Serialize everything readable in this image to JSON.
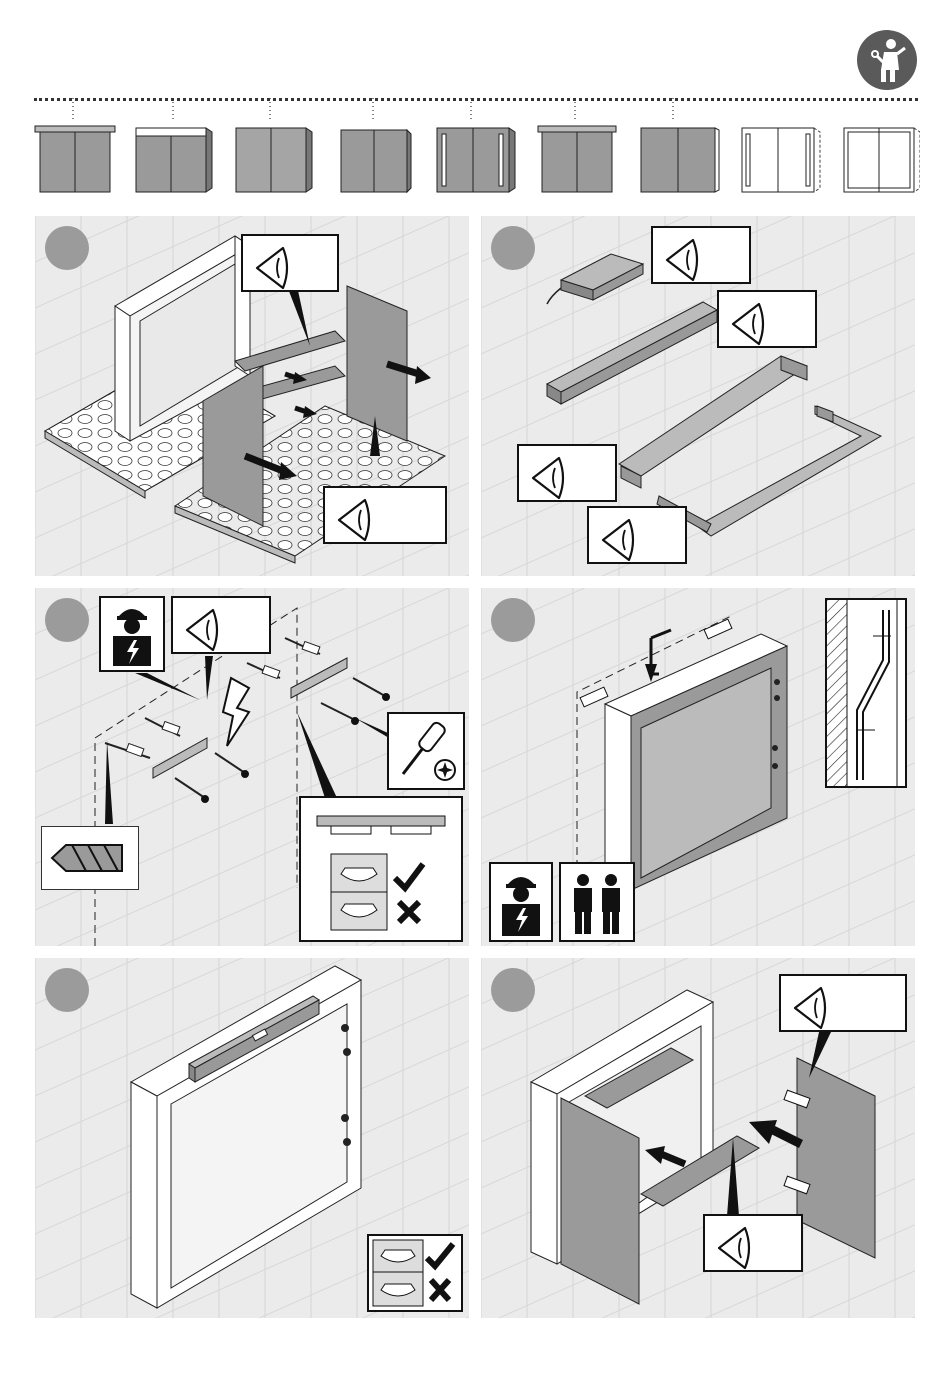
{
  "header": {
    "badge_icon": "assembly-person-icon",
    "dotted_line": true
  },
  "variants": [
    {
      "icon": "cabinet-variant-1"
    },
    {
      "icon": "cabinet-variant-2"
    },
    {
      "icon": "cabinet-variant-3"
    },
    {
      "icon": "cabinet-variant-4"
    },
    {
      "icon": "cabinet-variant-5"
    },
    {
      "icon": "cabinet-variant-6"
    },
    {
      "icon": "cabinet-variant-7"
    },
    {
      "icon": "cabinet-variant-8"
    },
    {
      "icon": "cabinet-variant-9"
    }
  ],
  "steps": [
    {
      "icon": "unpack-doors-and-shelves"
    },
    {
      "icon": "inspect-parts"
    },
    {
      "icon": "mount-wall-brackets"
    },
    {
      "icon": "hang-cabinet"
    },
    {
      "icon": "level-cabinet"
    },
    {
      "icon": "install-shelves-and-doors"
    }
  ],
  "colors": {
    "panel_bg": "#ebebeb",
    "step_circle": "#9b9b9b",
    "cabinet_gray": "#9a9a9a",
    "dark": "#111111"
  }
}
